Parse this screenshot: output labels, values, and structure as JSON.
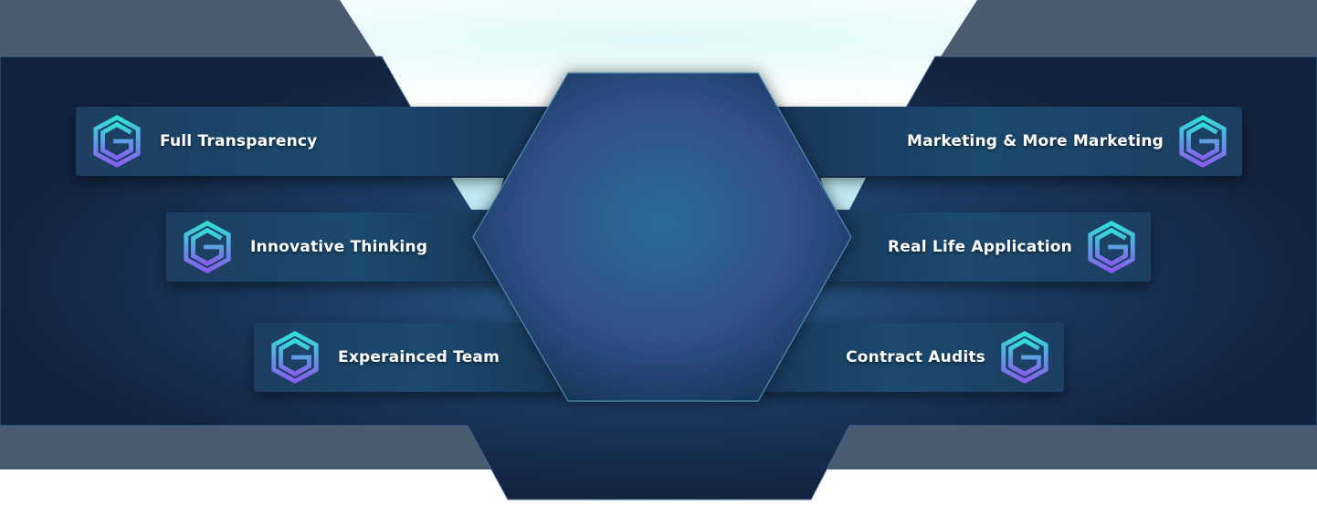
{
  "features": {
    "left": [
      {
        "label": "Full Transparency",
        "icon": "hex-logo-icon"
      },
      {
        "label": "Innovative Thinking",
        "icon": "hex-logo-icon"
      },
      {
        "label": "Experainced Team",
        "icon": "hex-logo-icon"
      }
    ],
    "right": [
      {
        "label": "Marketing & More Marketing",
        "icon": "hex-logo-icon"
      },
      {
        "label": "Real Life Application",
        "icon": "hex-logo-icon"
      },
      {
        "label": "Contract Audits",
        "icon": "hex-logo-icon"
      }
    ]
  },
  "colors": {
    "panel": "#13233f",
    "gray_band": "#4a5a6f",
    "accent_cyan": "#2fe0d8",
    "accent_purple": "#8a5cf0",
    "glow": "#dff8fb"
  }
}
